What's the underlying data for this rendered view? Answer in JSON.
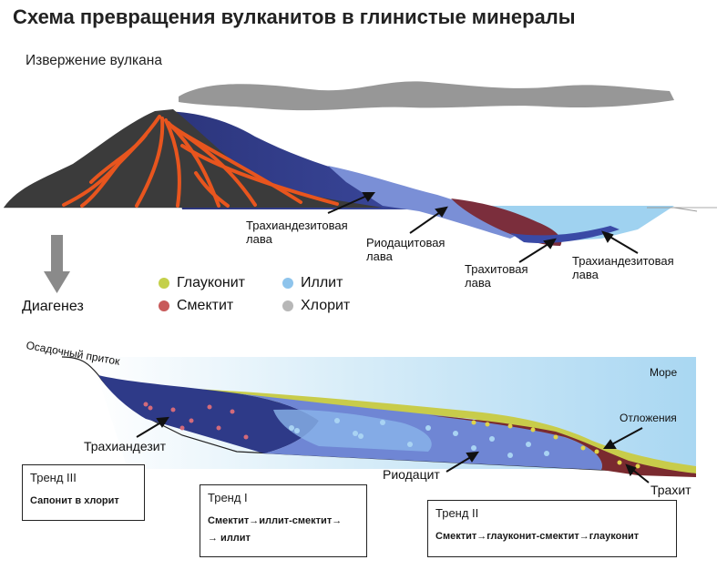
{
  "title": "Схема превращения вулканитов в глинистые минералы",
  "subtitle": "Извержение вулкана",
  "top_labels": {
    "trachyandesite_lava_1": [
      "Трахиандезитовая",
      "лава"
    ],
    "rhyodacite_lava": [
      "Риодацитовая",
      "лава"
    ],
    "trachyte_lava": [
      "Трахитовая",
      "лава"
    ],
    "trachyandesite_lava_2": [
      "Трахиандезитовая",
      "лава"
    ]
  },
  "diagenesis": "Диагенез",
  "legend": [
    {
      "label": "Глауконит",
      "color": "#c4d04a"
    },
    {
      "label": "Иллит",
      "color": "#8ec4ec"
    },
    {
      "label": "Смектит",
      "color": "#c85a5a"
    },
    {
      "label": "Хлорит",
      "color": "#b7b7b7"
    }
  ],
  "bottom_labels": {
    "sediment_inflow": "Осадочный приток",
    "sea": "Море",
    "deposits": "Отложения",
    "trachyandesite": "Трахиандезит",
    "rhyodacite": "Риодацит",
    "trachyte": "Трахит"
  },
  "trends": [
    {
      "title": "Тренд III",
      "lines": [
        "Сапонит в хлорит"
      ]
    },
    {
      "title": "Тренд I",
      "lines": [
        "Смектит→иллит-смектит→",
        "→ иллит"
      ]
    },
    {
      "title": "Тренд II",
      "lines": [
        "Смектит→глауконит-смектит→глауконит"
      ]
    }
  ]
}
